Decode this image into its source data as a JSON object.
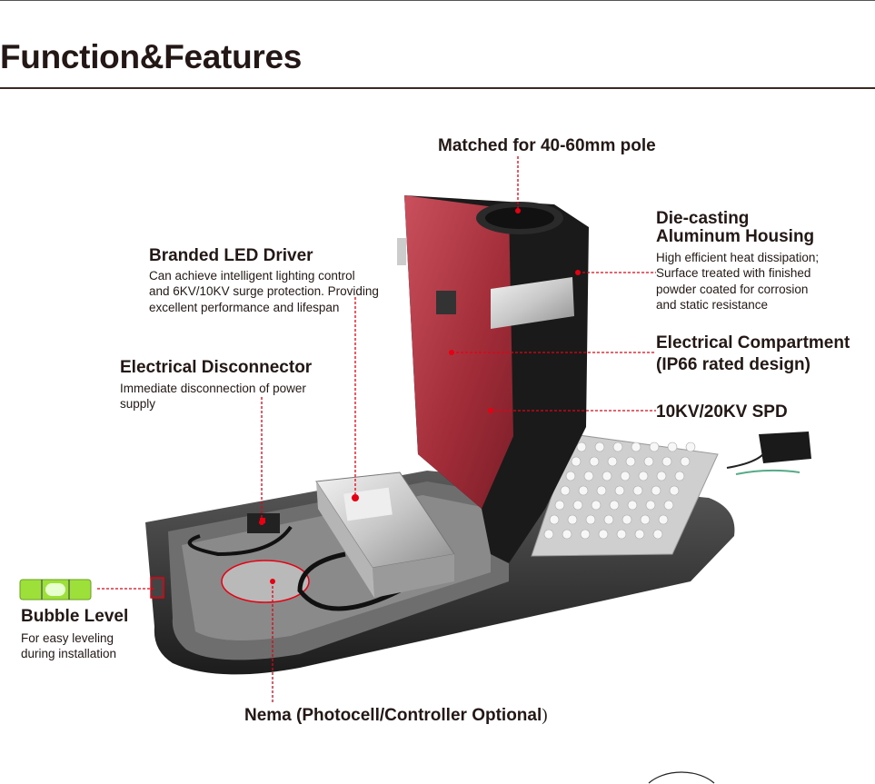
{
  "header": {
    "title": "Function&Features"
  },
  "features": {
    "pole": {
      "title": "Matched for 40-60mm pole"
    },
    "housing": {
      "title_line1": "Die-casting",
      "title_line2": "Aluminum Housing",
      "desc": [
        "High efficient heat dissipation;",
        "Surface treated with finished",
        "powder coated for corrosion",
        "and static resistance"
      ]
    },
    "compartment": {
      "title_line1": "Electrical Compartment",
      "title_line2": "(IP66 rated design)"
    },
    "spd": {
      "title": "10KV/20KV SPD"
    },
    "driver": {
      "title": "Branded LED Driver",
      "desc": [
        "Can achieve intelligent lighting control",
        "and 6KV/10KV surge protection. Providing",
        "excellent performance and lifespan"
      ]
    },
    "disconnector": {
      "title": "Electrical Disconnector",
      "desc": [
        "Immediate disconnection of power",
        "supply"
      ]
    },
    "bubble": {
      "title": "Bubble Level",
      "desc": [
        "For easy leveling",
        "during installation"
      ]
    },
    "nema": {
      "title": "Nema (Photocell/Controller Optional",
      "title_suffix": ")"
    }
  },
  "colors": {
    "leader": "#e60012",
    "housing_interior": "#a8323e",
    "housing": "#1e1e1e",
    "text": "#231815"
  }
}
